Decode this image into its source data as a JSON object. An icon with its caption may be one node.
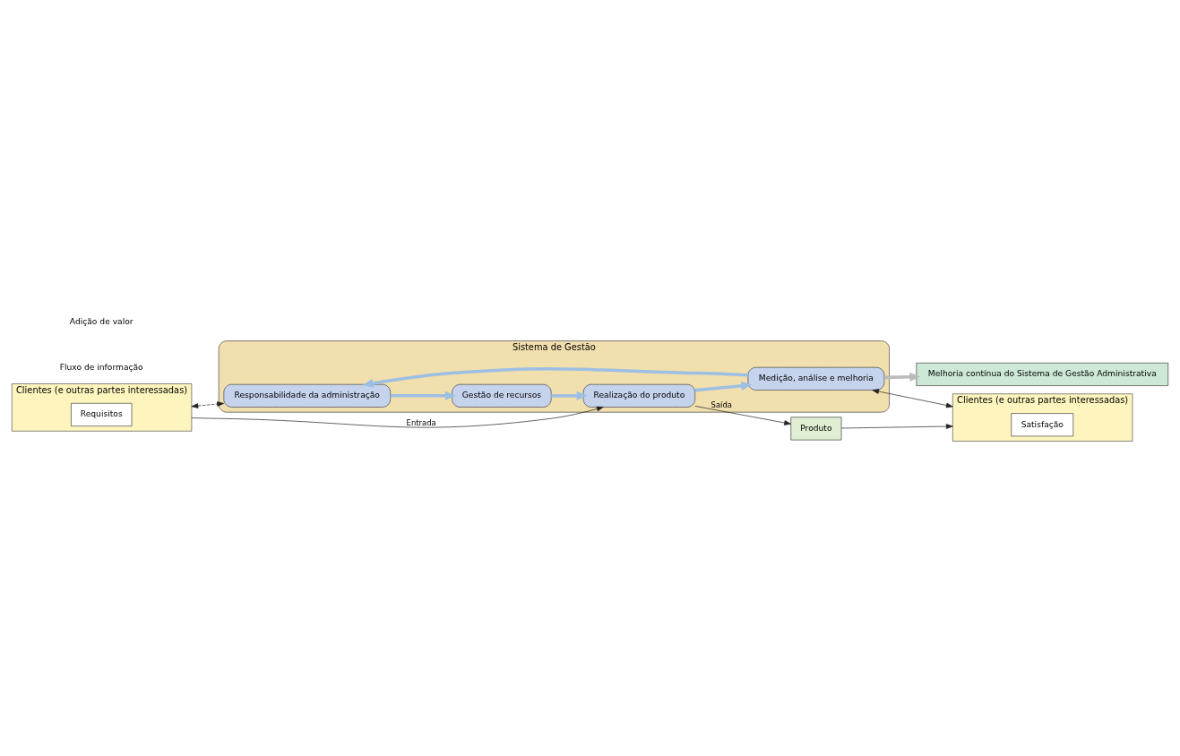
{
  "diagram": {
    "nodes": [
      {
        "text": [
          "Melhoria contínua do Sistema de Gestão Administrativa"
        ]
      },
      {
        "text": [
          "Clientes (e outras partes interessadas)"
        ]
      },
      {
        "text": [
          "Requisitos"
        ],
        "in": 1
      },
      {
        "text": [
          "Sistema de Gestão"
        ]
      },
      {
        "text": [
          "Responsabilidade da administração"
        ],
        "in": 3
      },
      {
        "text": [
          "Gestão de recursos"
        ],
        "in": 3
      },
      {
        "text": [
          "Realização do produto"
        ],
        "in": 3
      },
      {
        "text": [
          "Medição, análise e melhoria"
        ],
        "in": 3
      },
      {
        "text": [
          "Produto"
        ]
      },
      {
        "text": [
          "Clientes (e outras partes interessadas)"
        ]
      },
      {
        "text": [
          "Satisfação"
        ],
        "in": 9
      }
    ],
    "edges": [
      {
        "from": 1,
        "to": 4,
        "arrow": "both",
        "style": "dashed"
      },
      {
        "from": 4,
        "to": 5,
        "arrow": "to",
        "style": "thick",
        "color": "#9dbfe3"
      },
      {
        "from": 5,
        "to": 6,
        "arrow": "to",
        "style": "thick",
        "color": "#9dbfe3"
      },
      {
        "from": 6,
        "to": 7,
        "arrow": "to",
        "style": "thick",
        "color": "#9dbfe3"
      },
      {
        "from": 7,
        "to": 4,
        "arrow": "to",
        "style": "thick",
        "color": "#9dbfe3"
      },
      {
        "from": 7,
        "to": 0,
        "arrow": "to",
        "style": "thick",
        "color": "#bbbbbb"
      },
      {
        "from": 7,
        "to": 9,
        "arrow": "both"
      },
      {
        "from": 1,
        "to": 6,
        "label": "Entrada",
        "arrow": "to"
      },
      {
        "from": 6,
        "to": 8,
        "label": "Saída",
        "arrow": "to"
      },
      {
        "from": 8,
        "to": 9,
        "arrow": "to"
      }
    ],
    "legend": [
      {
        "text": "Adição de valor"
      },
      {
        "text": "Fluxo de informação"
      }
    ]
  }
}
